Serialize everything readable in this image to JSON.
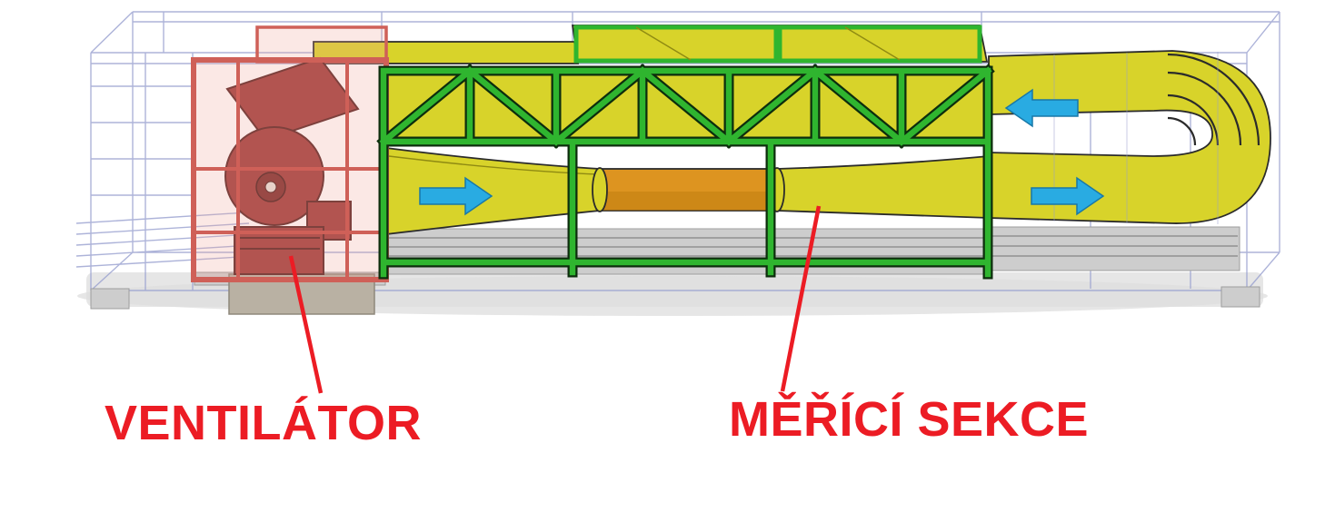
{
  "labels": {
    "fan": "VENTILÁTOR",
    "measuring_section": "MĚŘÍCÍ SEKCE"
  },
  "colors": {
    "red": "#ec1c24",
    "blue": "#29abe2",
    "green": "#2fb52f",
    "yellow": "#d8d32a",
    "orange": "#dd9420",
    "fan": "#9e3a38",
    "framePink": "#cf6058"
  },
  "arrows": [
    {
      "name": "inlet-flow-arrow",
      "direction": "right"
    },
    {
      "name": "outlet-flow-arrow",
      "direction": "right"
    },
    {
      "name": "return-flow-arrow",
      "direction": "left"
    }
  ]
}
